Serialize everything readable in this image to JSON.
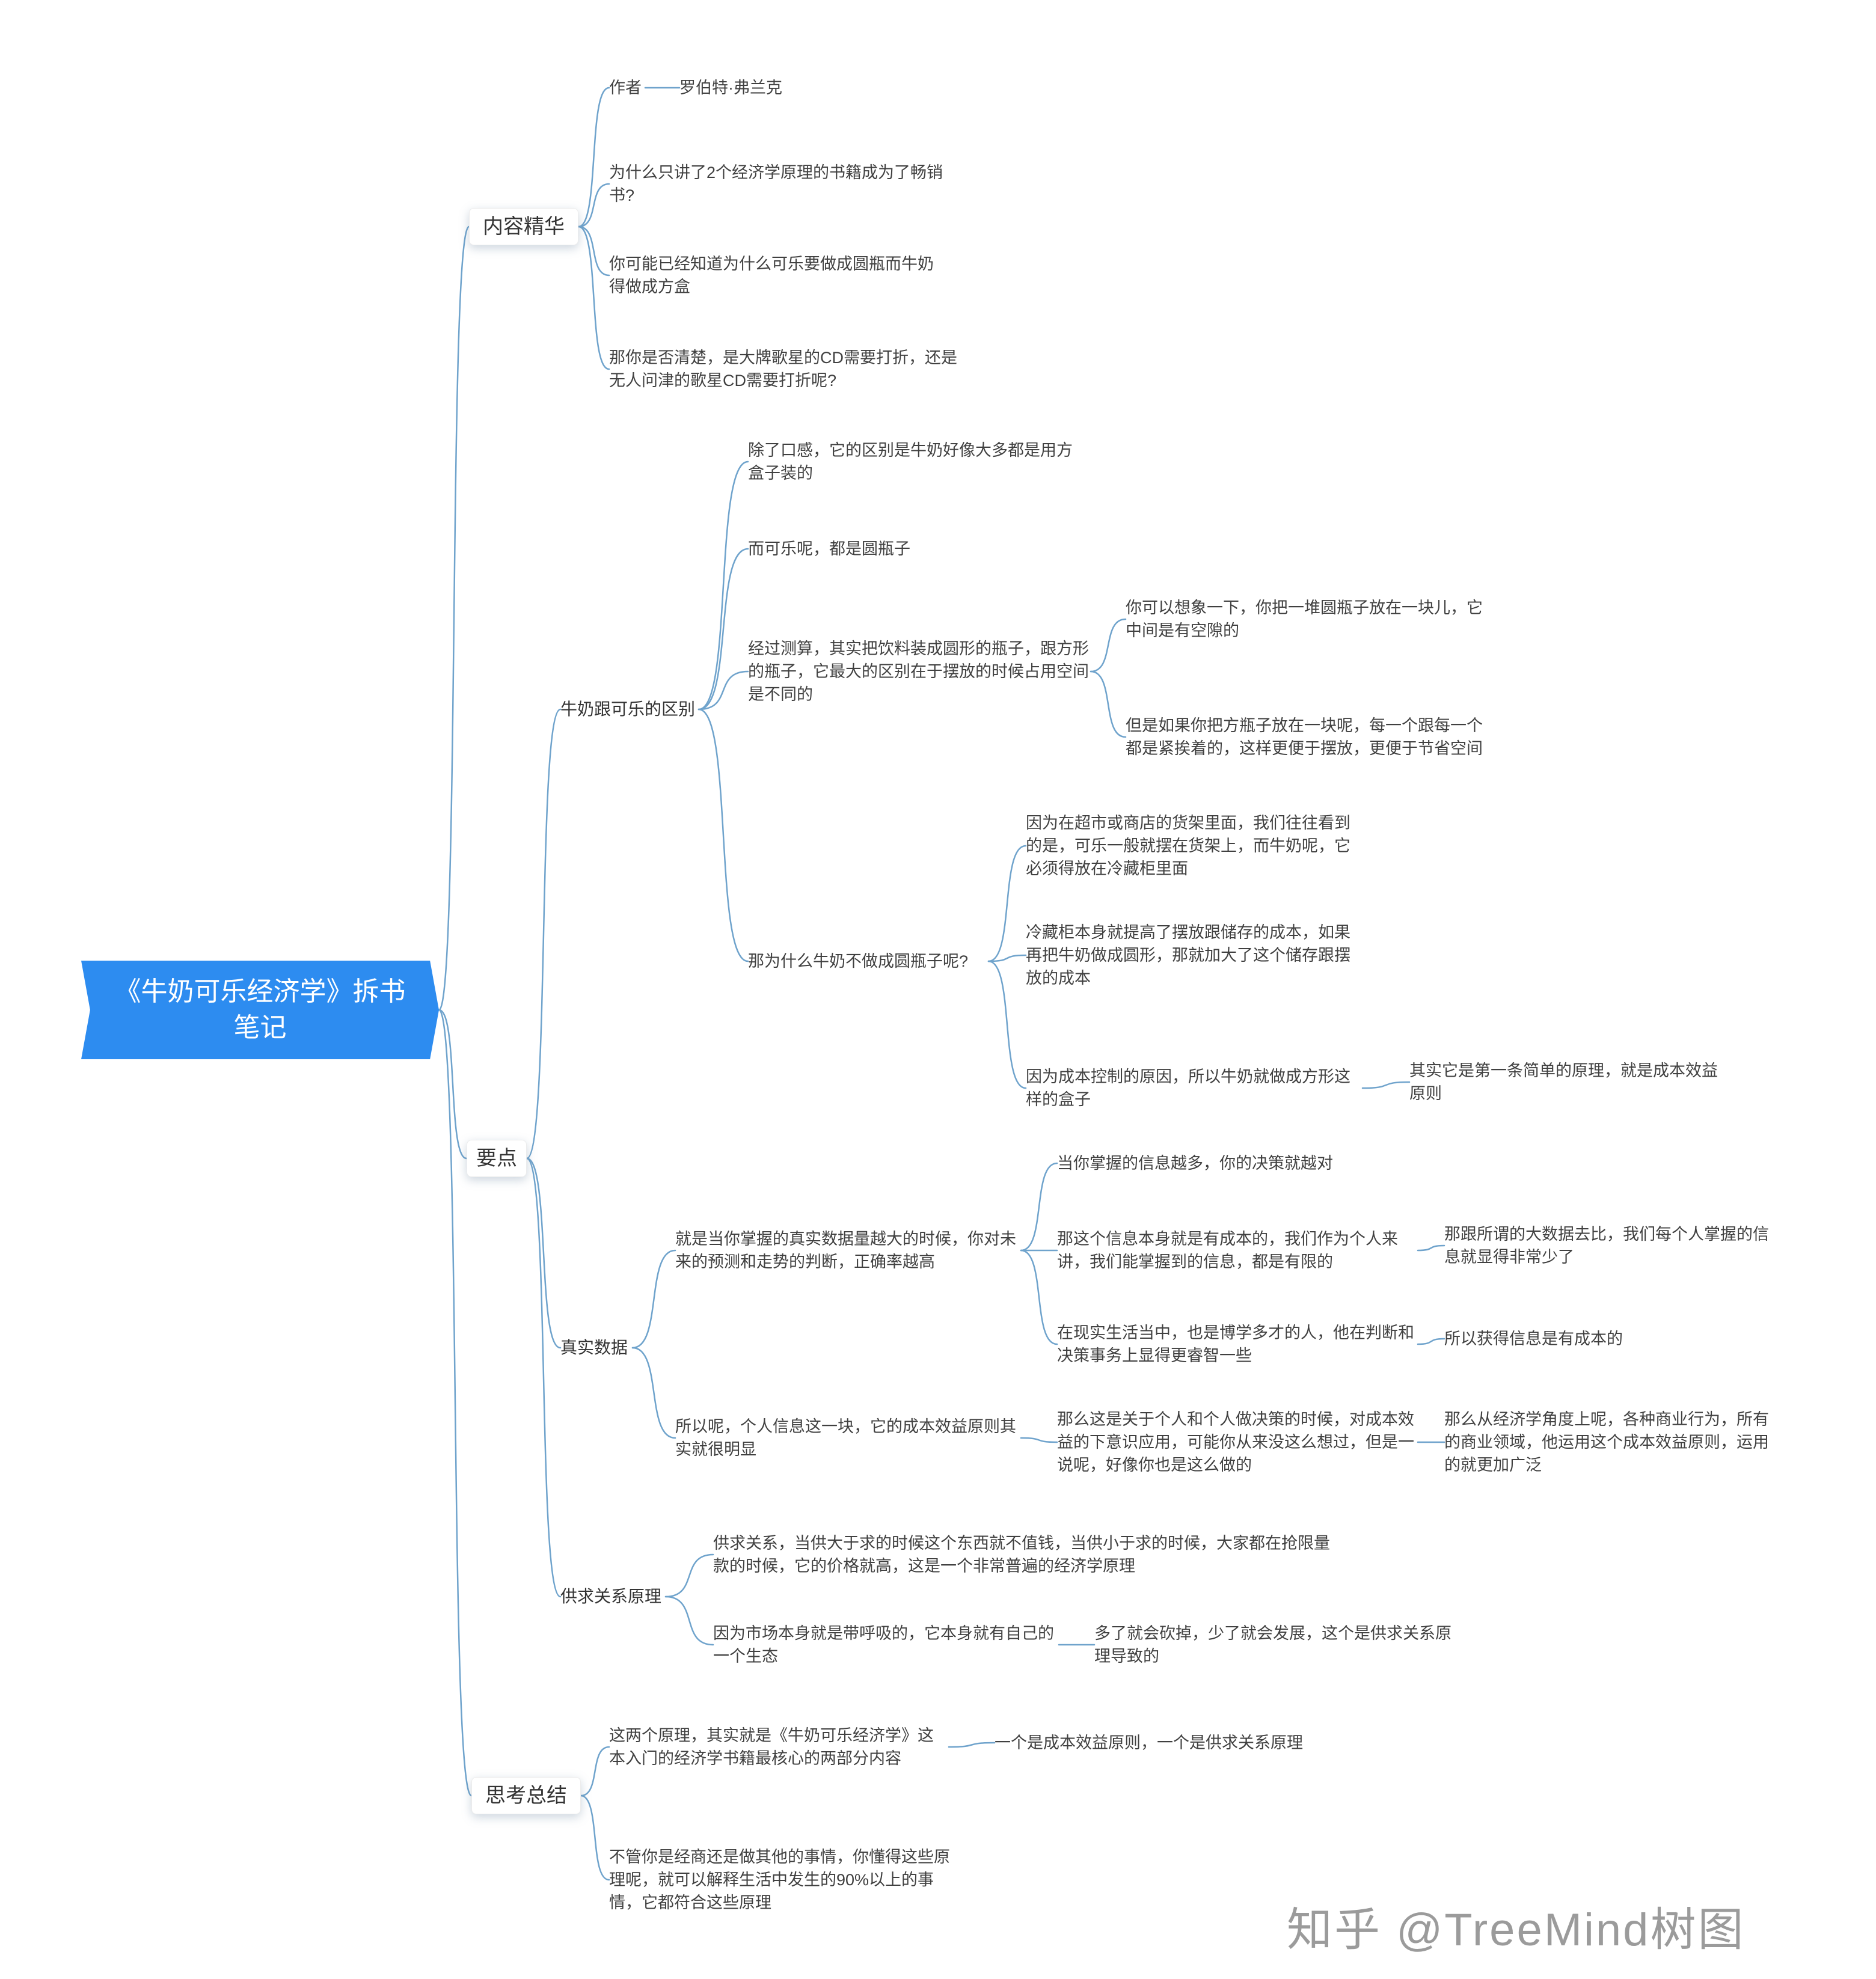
{
  "root": {
    "label": "《牛奶可乐经济学》拆书笔记"
  },
  "branches": [
    {
      "label": "内容精华",
      "children": [
        {
          "label": "作者",
          "children": [
            {
              "label": "罗伯特·弗兰克"
            }
          ]
        },
        {
          "label": "为什么只讲了2个经济学原理的书籍成为了畅销书?"
        },
        {
          "label": "你可能已经知道为什么可乐要做成圆瓶而牛奶得做成方盒"
        },
        {
          "label": "那你是否清楚，是大牌歌星的CD需要打折，还是无人问津的歌星CD需要打折呢?"
        }
      ]
    },
    {
      "label": "要点",
      "children": [
        {
          "label": "牛奶跟可乐的区别",
          "children": [
            {
              "label": "除了口感，它的区别是牛奶好像大多都是用方盒子装的"
            },
            {
              "label": "而可乐呢，都是圆瓶子"
            },
            {
              "label": "经过测算，其实把饮料装成圆形的瓶子，跟方形的瓶子，它最大的区别在于摆放的时候占用空间是不同的",
              "children": [
                {
                  "label": "你可以想象一下，你把一堆圆瓶子放在一块儿，它中间是有空隙的"
                },
                {
                  "label": "但是如果你把方瓶子放在一块呢，每一个跟每一个都是紧挨着的，这样更便于摆放，更便于节省空间"
                }
              ]
            },
            {
              "label": "那为什么牛奶不做成圆瓶子呢?",
              "children": [
                {
                  "label": "因为在超市或商店的货架里面，我们往往看到的是，可乐一般就摆在货架上，而牛奶呢，它必须得放在冷藏柜里面"
                },
                {
                  "label": "冷藏柜本身就提高了摆放跟储存的成本，如果再把牛奶做成圆形，那就加大了这个储存跟摆放的成本"
                },
                {
                  "label": "因为成本控制的原因，所以牛奶就做成方形这样的盒子",
                  "children": [
                    {
                      "label": "其实它是第一条简单的原理，就是成本效益原则"
                    }
                  ]
                }
              ]
            }
          ]
        },
        {
          "label": "真实数据",
          "children": [
            {
              "label": "就是当你掌握的真实数据量越大的时候，你对未来的预测和走势的判断，正确率越高",
              "children": [
                {
                  "label": "当你掌握的信息越多，你的决策就越对"
                },
                {
                  "label": "那这个信息本身就是有成本的，我们作为个人来讲，我们能掌握到的信息，都是有限的",
                  "children": [
                    {
                      "label": "那跟所谓的大数据去比，我们每个人掌握的信息就显得非常少了"
                    }
                  ]
                },
                {
                  "label": "在现实生活当中，也是博学多才的人，他在判断和决策事务上显得更睿智一些",
                  "children": [
                    {
                      "label": "所以获得信息是有成本的"
                    }
                  ]
                }
              ]
            },
            {
              "label": "所以呢，个人信息这一块，它的成本效益原则其实就很明显",
              "children": [
                {
                  "label": "那么这是关于个人和个人做决策的时候，对成本效益的下意识应用，可能你从来没这么想过，但是一说呢，好像你也是这么做的",
                  "children": [
                    {
                      "label": "那么从经济学角度上呢，各种商业行为，所有的商业领域，他运用这个成本效益原则，运用的就更加广泛"
                    }
                  ]
                }
              ]
            }
          ]
        },
        {
          "label": "供求关系原理",
          "children": [
            {
              "label": "供求关系，当供大于求的时候这个东西就不值钱，当供小于求的时候，大家都在抢限量款的时候，它的价格就高，这是一个非常普遍的经济学原理"
            },
            {
              "label": "因为市场本身就是带呼吸的，它本身就有自己的一个生态",
              "children": [
                {
                  "label": "多了就会砍掉，少了就会发展，这个是供求关系原理导致的"
                }
              ]
            }
          ]
        }
      ]
    },
    {
      "label": "思考总结",
      "children": [
        {
          "label": "这两个原理，其实就是《牛奶可乐经济学》这本入门的经济学书籍最核心的两部分内容",
          "children": [
            {
              "label": "一个是成本效益原则，一个是供求关系原理"
            }
          ]
        },
        {
          "label": "不管你是经商还是做其他的事情，你懂得这些原理呢，就可以解释生活中发生的90%以上的事情，它都符合这些原理"
        }
      ]
    }
  ],
  "watermark": "知乎 @TreeMind树图",
  "colors": {
    "root_bg": "#2D8CF0",
    "connector": "#6FA3CC",
    "text": "#404040"
  }
}
